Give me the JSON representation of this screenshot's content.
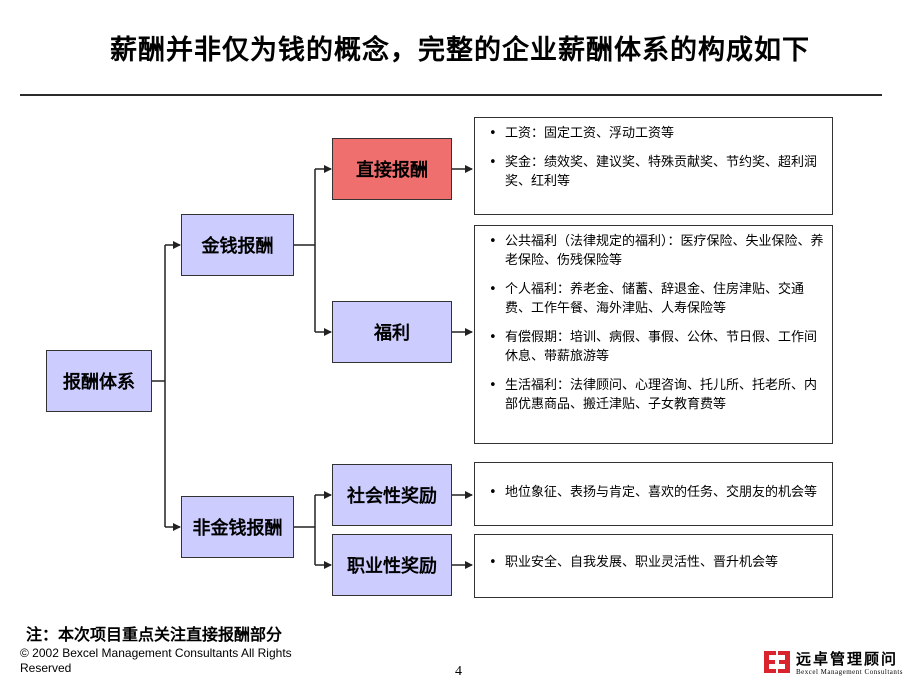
{
  "title": "薪酬并非仅为钱的概念，完整的企业薪酬体系的构成如下",
  "nodes": {
    "root": "报酬体系",
    "monetary": "金钱报酬",
    "non_monetary": "非金钱报酬",
    "direct": "直接报酬",
    "welfare": "福利",
    "social": "社会性奖励",
    "career": "职业性奖励"
  },
  "direct_items": [
    "工资：固定工资、浮动工资等",
    "奖金：绩效奖、建议奖、特殊贡献奖、节约奖、超利润奖、红利等"
  ],
  "welfare_items": [
    "公共福利（法律规定的福利）：医疗保险、失业保险、养老保险、伤残保险等",
    "个人福利：养老金、储蓄、辞退金、住房津贴、交通费、工作午餐、海外津贴、人寿保险等",
    "有偿假期：培训、病假、事假、公休、节日假、工作间休息、带薪旅游等",
    "生活福利：法律顾问、心理咨询、托儿所、托老所、内部优惠商品、搬迁津贴、子女教育费等"
  ],
  "social_items": [
    "地位象征、表扬与肯定、喜欢的任务、交朋友的机会等"
  ],
  "career_items": [
    "职业安全、自我发展、职业灵活性、晋升机会等"
  ],
  "note": "注：本次项目重点关注直接报酬部分",
  "copyright": "© 2002 Bexcel Management Consultants All Rights Reserved",
  "page_number": "4",
  "logo": {
    "cn": "远卓管理顾问",
    "en": "Bexcel Management Consultants"
  },
  "colors": {
    "node_fill": "#ccccff",
    "highlight_fill": "#ef6e6e"
  }
}
